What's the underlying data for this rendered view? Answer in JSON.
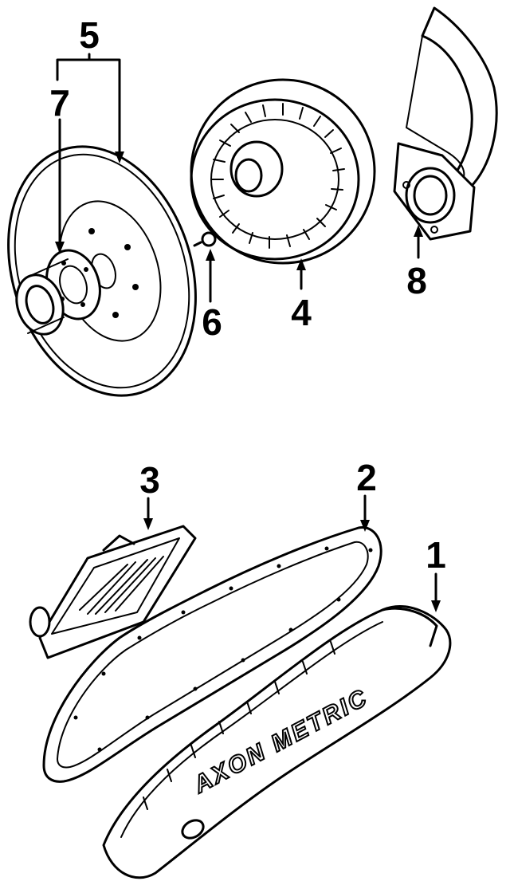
{
  "callouts": {
    "c1": "1",
    "c2": "2",
    "c3": "3",
    "c4": "4",
    "c5": "5",
    "c6": "6",
    "c7": "7",
    "c8": "8"
  },
  "pan_stamp": "AXON METRIC",
  "colors": {
    "ink": "#000000",
    "paper": "#ffffff"
  }
}
